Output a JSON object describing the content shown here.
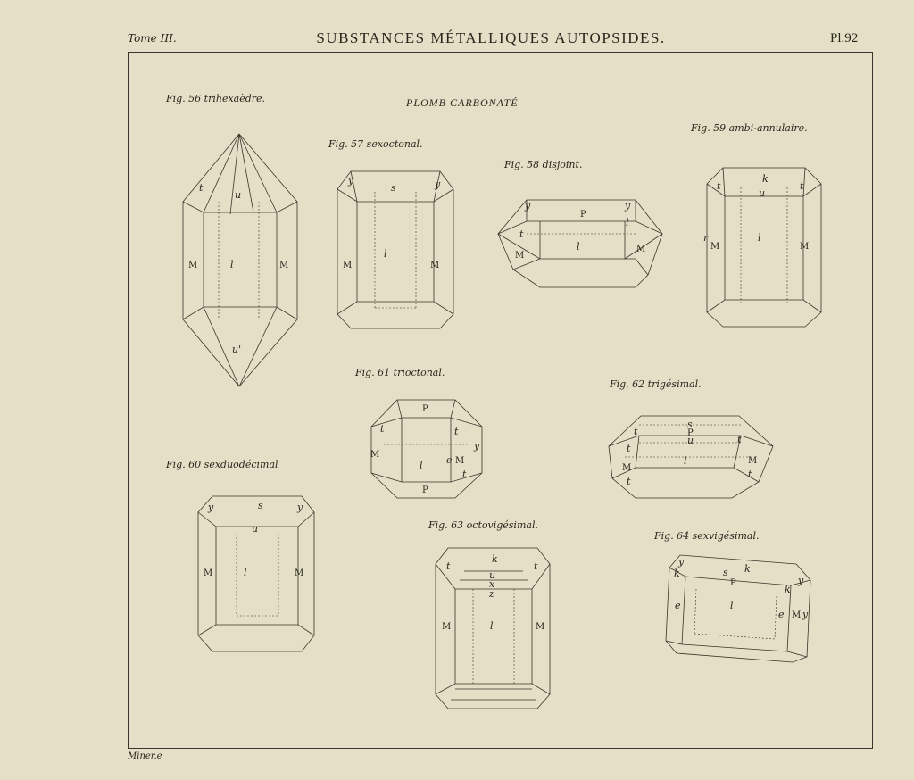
{
  "header": {
    "tome": "Tome III.",
    "title": "SUBSTANCES MÉTALLIQUES AUTOPSIDES.",
    "plate": "Pl.92"
  },
  "subtitle": "PLOMB CARBONATÉ",
  "figures": [
    {
      "caption": "Fig. 56 trihexaèdre."
    },
    {
      "caption": "Fig. 57 sexoctonal."
    },
    {
      "caption": "Fig. 58 disjoint."
    },
    {
      "caption": "Fig. 59 ambi-annulaire."
    },
    {
      "caption": "Fig. 60 sexduodécimal"
    },
    {
      "caption": "Fig. 61 trioctonal."
    },
    {
      "caption": "Fig. 62 trigésimal."
    },
    {
      "caption": "Fig. 63 octovigésimal."
    },
    {
      "caption": "Fig. 64 sexvigésimal."
    }
  ],
  "labels": {
    "M": "M",
    "l": "l",
    "u": "u",
    "u2": "u'",
    "t": "t",
    "s": "s",
    "y": "y",
    "P": "P",
    "k": "k",
    "e": "e",
    "x": "x",
    "r": "r",
    "z": "z"
  },
  "footer": "Miner.e"
}
